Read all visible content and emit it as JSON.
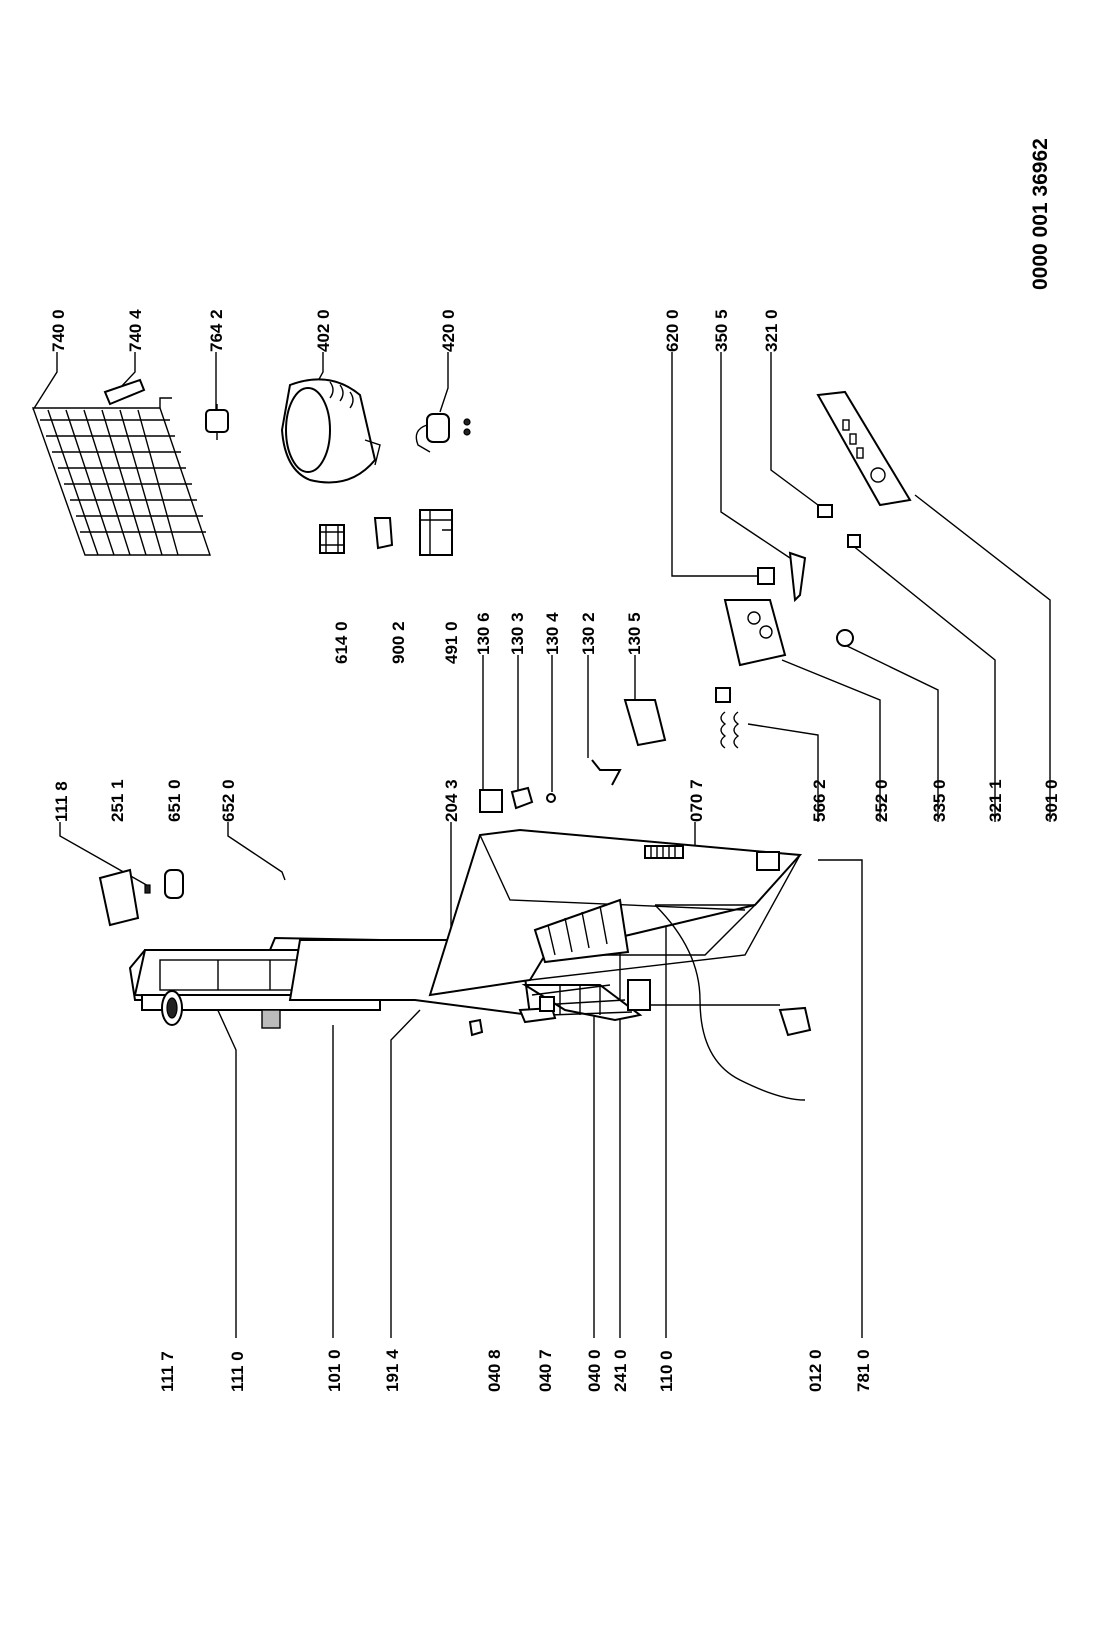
{
  "document_id": "0000 001 36962",
  "callouts": {
    "c1117": "111 7",
    "c1110": "111 0",
    "c1010": "101 0",
    "c1914": "191 4",
    "c0408": "040 8",
    "c0407": "040 7",
    "c0400": "040 0",
    "c2410": "241 0",
    "c1100": "110 0",
    "c0120": "012 0",
    "c7810": "781 0",
    "c1118": "111 8",
    "c2511": "251 1",
    "c6510": "651 0",
    "c6520": "652 0",
    "c2043": "204 3",
    "c0707": "070 7",
    "c1306": "130 6",
    "c1303": "130 3",
    "c1304": "130 4",
    "c1302": "130 2",
    "c1305": "130 5",
    "c5662": "566 2",
    "c2520": "252 0",
    "c3350": "335 0",
    "c3211": "321 1",
    "c3010": "301 0",
    "c6140": "614 0",
    "c9002": "900 2",
    "c4910": "491 0",
    "c7400": "740 0",
    "c7404": "740 4",
    "c7642": "764 2",
    "c4020": "402 0",
    "c4200": "420 0",
    "c6200": "620 0",
    "c3505": "350 5",
    "c3210": "321 0"
  }
}
